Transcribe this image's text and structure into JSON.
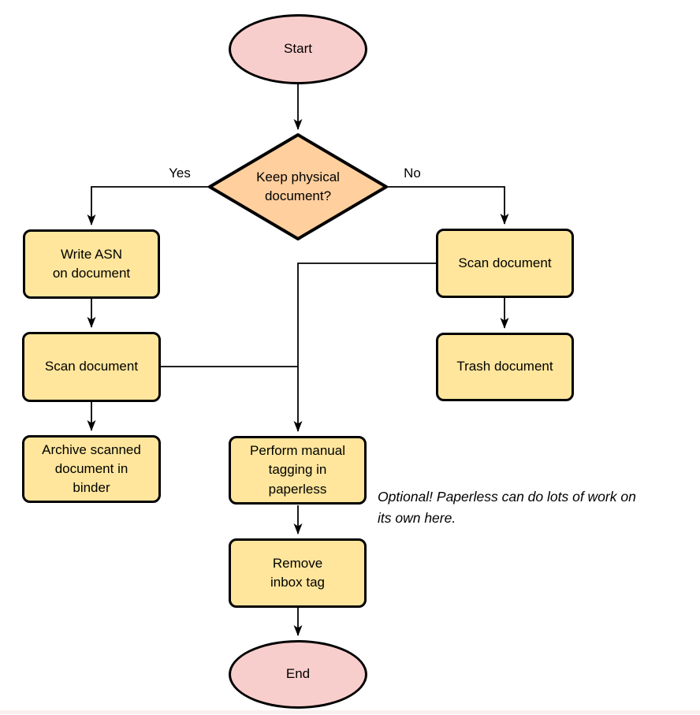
{
  "diagram": {
    "nodes": {
      "start": {
        "label": "Start",
        "shape": "terminator",
        "fill": "#f8cecc"
      },
      "decision": {
        "label": "Keep physical\ndocument?",
        "shape": "decision",
        "fill": "#ffcf9e"
      },
      "write_asn": {
        "label": "Write ASN\non document",
        "shape": "process",
        "fill": "#ffe69c"
      },
      "scan_left": {
        "label": "Scan document",
        "shape": "process",
        "fill": "#ffe69c"
      },
      "archive": {
        "label": "Archive scanned\ndocument in\nbinder",
        "shape": "process",
        "fill": "#ffe69c"
      },
      "scan_right": {
        "label": "Scan document",
        "shape": "process",
        "fill": "#ffe69c"
      },
      "trash": {
        "label": "Trash document",
        "shape": "process",
        "fill": "#ffe69c"
      },
      "perform_tagging": {
        "label": "Perform manual\ntagging in\npaperless",
        "shape": "process",
        "fill": "#ffe69c"
      },
      "remove_inbox_tag": {
        "label": "Remove\ninbox tag",
        "shape": "process",
        "fill": "#ffe69c"
      },
      "end": {
        "label": "End",
        "shape": "terminator",
        "fill": "#f8cecc"
      }
    },
    "edge_labels": {
      "yes": "Yes",
      "no": "No"
    },
    "annotation": {
      "text": "Optional! Paperless can do lots of work on\nits own here."
    },
    "colors": {
      "terminator_fill": "#f8cecc",
      "decision_fill": "#ffcf9e",
      "process_fill": "#ffe69c",
      "stroke": "#000000",
      "background": "#ffffff"
    }
  }
}
